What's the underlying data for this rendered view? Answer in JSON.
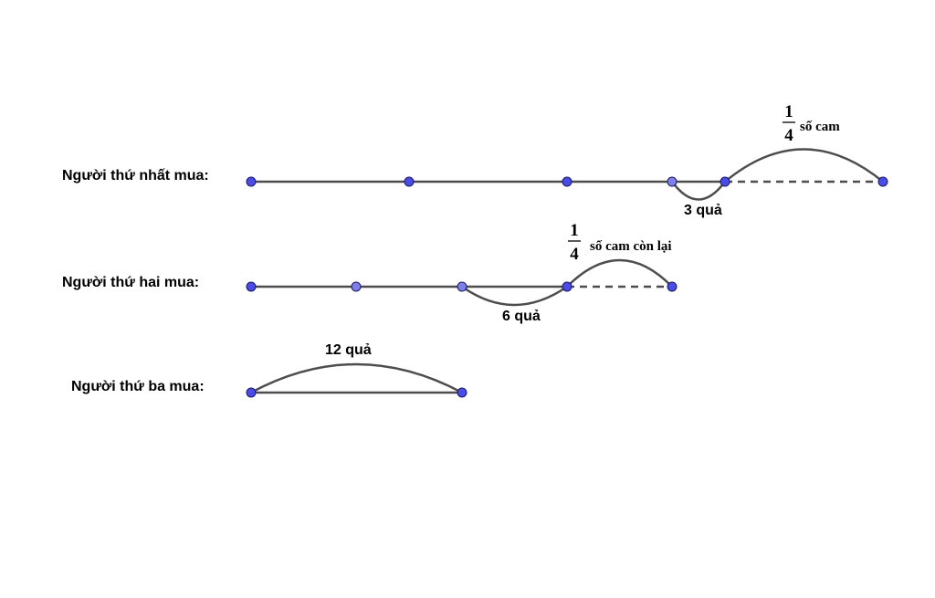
{
  "rows": [
    {
      "label": "Người thứ nhất mua:",
      "fraction": {
        "numerator": "1",
        "denominator": "4",
        "text": "số cam"
      },
      "amount": "3 quả"
    },
    {
      "label": "Người thứ hai mua:",
      "fraction": {
        "numerator": "1",
        "denominator": "4",
        "text": "số cam còn lại"
      },
      "amount": "6 quả"
    },
    {
      "label": "Người thứ ba mua:",
      "amount": "12 quả"
    }
  ],
  "colors": {
    "line": "#4d4d4d",
    "point": "#4b4be6",
    "point_light": "#7f7fe8"
  }
}
